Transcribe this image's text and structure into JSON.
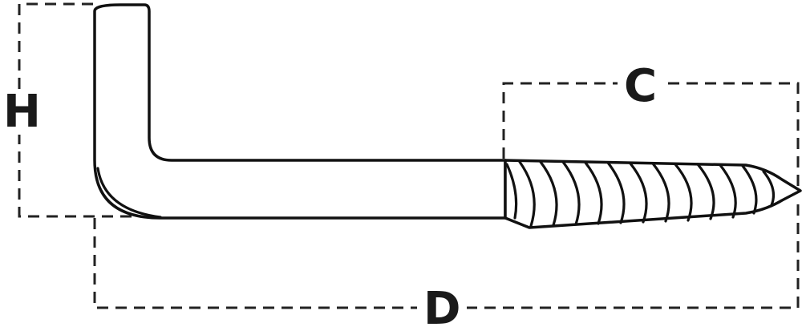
{
  "diagram": {
    "labels": {
      "height": "H",
      "thread_length": "C",
      "total_length": "D"
    },
    "colors": {
      "line": "#111111",
      "background": "#ffffff"
    }
  }
}
